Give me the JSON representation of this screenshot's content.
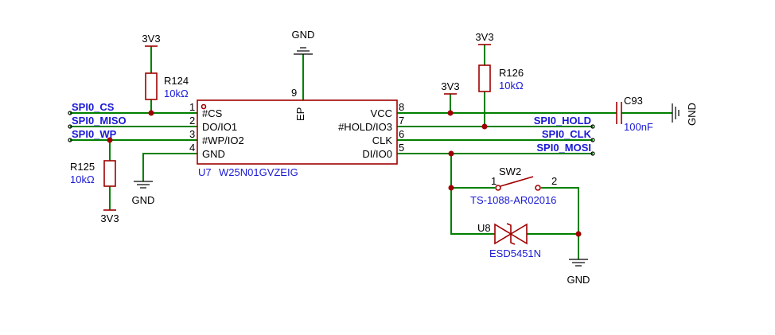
{
  "colors": {
    "wire": "#008000",
    "component": "#a00000",
    "net_label": "#1a1ad6",
    "text": "#000000"
  },
  "ic": {
    "ref": "U7",
    "part": "W25N01GVZEIG",
    "pins_left": [
      {
        "num": "1",
        "name": "#CS"
      },
      {
        "num": "2",
        "name": "DO/IO1"
      },
      {
        "num": "3",
        "name": "#WP/IO2"
      },
      {
        "num": "4",
        "name": "GND"
      }
    ],
    "pins_right": [
      {
        "num": "8",
        "name": "VCC"
      },
      {
        "num": "7",
        "name": "#HOLD/IO3"
      },
      {
        "num": "6",
        "name": "CLK"
      },
      {
        "num": "5",
        "name": "DI/IO0"
      }
    ],
    "pin_top": {
      "num": "9",
      "name": "EP"
    }
  },
  "nets": {
    "cs": "SPI0_CS",
    "miso": "SPI0_MISO",
    "wp": "SPI0_WP",
    "hold": "SPI0_HOLD",
    "clk": "SPI0_CLK",
    "mosi": "SPI0_MOSI"
  },
  "power": {
    "r124_top": "3V3",
    "r126_top": "3V3",
    "vcc_pin": "3V3",
    "r125_bottom": "3V3",
    "ep_gnd": "GND",
    "pin4_gnd": "GND",
    "c93_gnd": "GND",
    "u8_gnd": "GND"
  },
  "r124": {
    "ref": "R124",
    "value": "10kΩ"
  },
  "r125": {
    "ref": "R125",
    "value": "10kΩ"
  },
  "r126": {
    "ref": "R126",
    "value": "10kΩ"
  },
  "c93": {
    "ref": "C93",
    "value": "100nF"
  },
  "sw2": {
    "ref": "SW2",
    "part": "TS-1088-AR02016",
    "pin1": "1",
    "pin2": "2"
  },
  "u8": {
    "ref": "U8",
    "part": "ESD5451N"
  }
}
